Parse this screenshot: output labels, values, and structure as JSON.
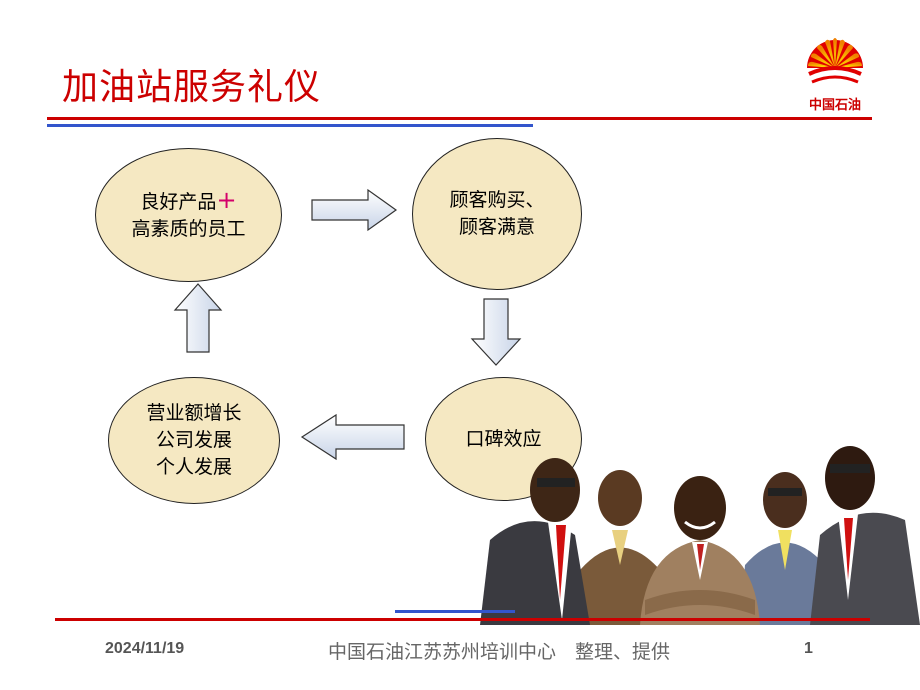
{
  "title": "加油站服务礼仪",
  "logo": {
    "name": "中国石油",
    "icon": "petrochina-sun-logo"
  },
  "cycle": {
    "node1": {
      "line1": "良好产品",
      "plus": "+",
      "line2": "高素质的员工"
    },
    "node2": {
      "line1": "顾客购买、",
      "line2": "顾客满意"
    },
    "node3": {
      "line1": "口碑效应"
    },
    "node4": {
      "line1": "营业额增长",
      "line2": "公司发展",
      "line3": "个人发展"
    }
  },
  "colors": {
    "title": "#cc0000",
    "bubble_fill": "#f5e8c2",
    "accent_red": "#cc0000",
    "accent_blue": "#3355cc",
    "plus": "#d4006a"
  },
  "footer": {
    "date": "2024/11/19",
    "org": "中国石油江苏苏州培训中心　整理、提供",
    "page": "1"
  },
  "illustration": {
    "icon": "businessmen-group-clipart"
  }
}
